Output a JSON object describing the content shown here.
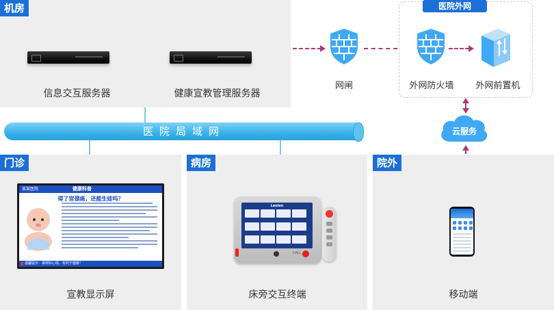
{
  "sections": {
    "room": "机房",
    "clinic": "门诊",
    "ward": "病房",
    "outside": "院外"
  },
  "room": {
    "server1_label": "信息交互服务器",
    "server2_label": "健康宣教管理服务器"
  },
  "lan_label": "医院局域网",
  "gateway_label": "网闸",
  "external": {
    "title": "医院外网",
    "firewall_label": "外网防火墙",
    "frontend_label": "外网前置机"
  },
  "cloud_label": "云服务",
  "screen": {
    "hospital": "某某医院",
    "heading": "健康科普",
    "title": "得了宫颈癌，还能生娃吗？",
    "ticker": "温馨提示：保持好心情，有利于健康！"
  },
  "clinic_device_label": "宣教显示屏",
  "ward_device_label": "床旁交互终端",
  "tablet_brand": "Leelen",
  "tablet_call": "CALL",
  "mobile_label": "移动端",
  "colors": {
    "tag_blue": "#1c6fd6",
    "panel_gray": "#eeeeee",
    "flow_magenta": "#b0367a",
    "lan_blue": "#39b1e8",
    "icon_blue": "#3fa9f5"
  },
  "icons": [
    "firewall-icon",
    "firewall-icon",
    "frontend-server-icon",
    "cloud-icon",
    "rack-server-icon"
  ]
}
